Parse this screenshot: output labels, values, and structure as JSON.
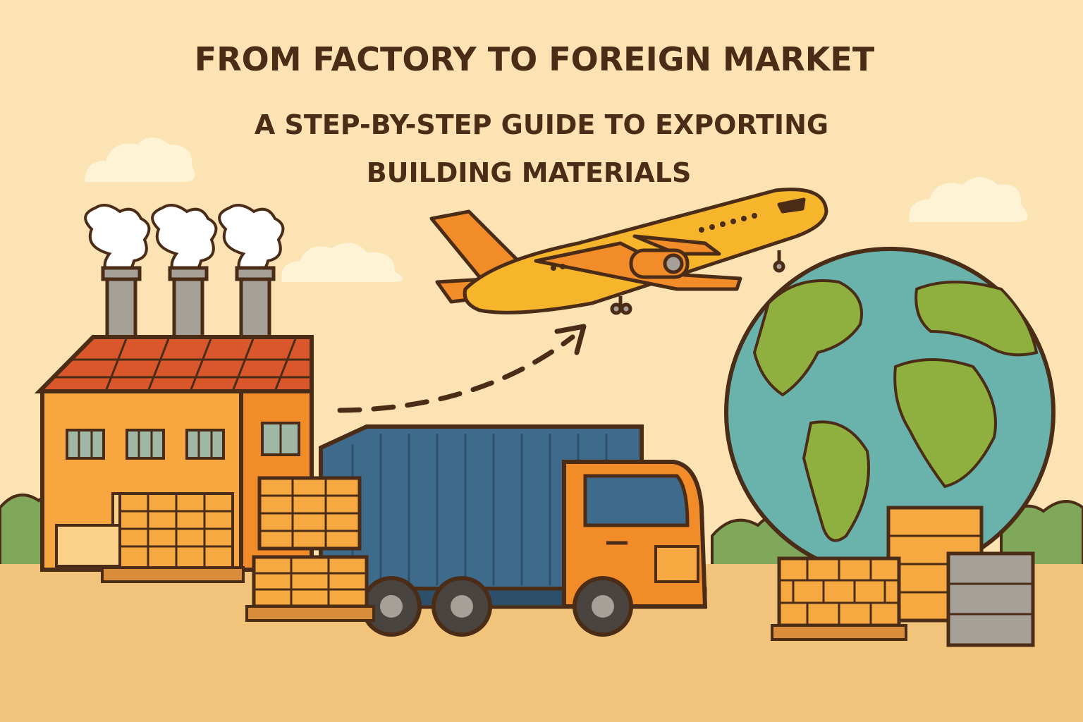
{
  "title": "FROM FACTORY TO FOREIGN MARKET",
  "subtitle_line1": "A STEP-BY-STEP GUIDE TO EXPORTING",
  "subtitle_line2": "BUILDING MATERIALS",
  "colors": {
    "sky": "#fbe3b3",
    "ground": "#f2c37a",
    "outline": "#4a2c17",
    "factory_wall": "#f7a640",
    "roof": "#d9572b",
    "container": "#3e6a8c",
    "truck_cab": "#f28c28",
    "plane": "#f7b52c",
    "ocean": "#6ab3ad",
    "land": "#8fb03e",
    "bricks": "#f6a940",
    "cloud": "#fff3d6",
    "bush": "#7fa85a",
    "gray_block": "#a5a098"
  },
  "icons": [
    "factory-icon",
    "smoke-icon",
    "truck-icon",
    "airplane-icon",
    "globe-icon",
    "pallet-icon",
    "dashed-arrow-icon",
    "cloud-icon"
  ]
}
